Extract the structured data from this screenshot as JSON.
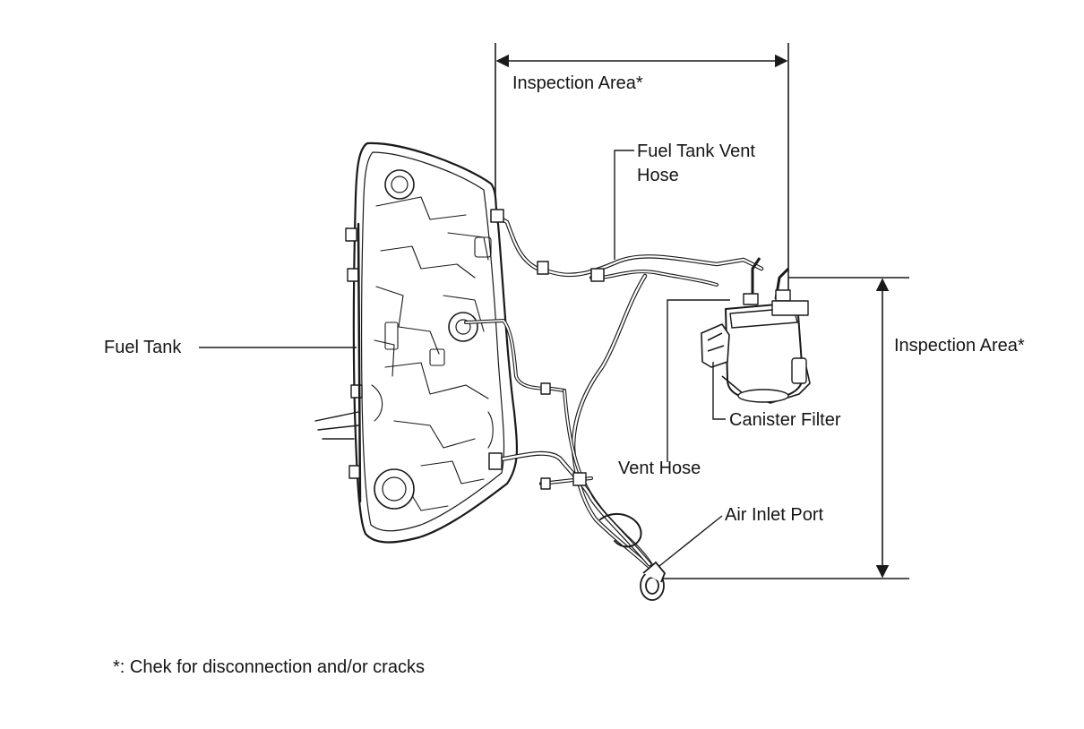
{
  "labels": {
    "inspection_area_top": "Inspection Area*",
    "fuel_tank_vent_hose_line1": "Fuel Tank Vent",
    "fuel_tank_vent_hose_line2": "Hose",
    "fuel_tank": "Fuel Tank",
    "inspection_area_right": "Inspection Area*",
    "canister_filter": "Canister Filter",
    "vent_hose": "Vent Hose",
    "air_inlet_port": "Air Inlet Port",
    "footnote": "*: Chek for disconnection and/or cracks"
  },
  "colors": {
    "line": "#1a1a1a",
    "background": "#ffffff",
    "component_fill": "#ffffff"
  }
}
